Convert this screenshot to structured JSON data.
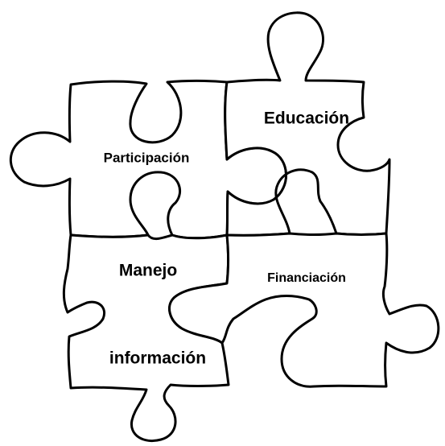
{
  "diagram": {
    "pieces": [
      {
        "id": "participacion",
        "label": "Participación"
      },
      {
        "id": "educacion",
        "label": "Educación"
      },
      {
        "id": "manejo",
        "label": "Manejo"
      },
      {
        "id": "informacion",
        "label": "información"
      },
      {
        "id": "financiacion",
        "label": "Financiación"
      }
    ],
    "colors": {
      "outline": "#000000",
      "fill": "#ffffff",
      "text": "#000000"
    }
  }
}
